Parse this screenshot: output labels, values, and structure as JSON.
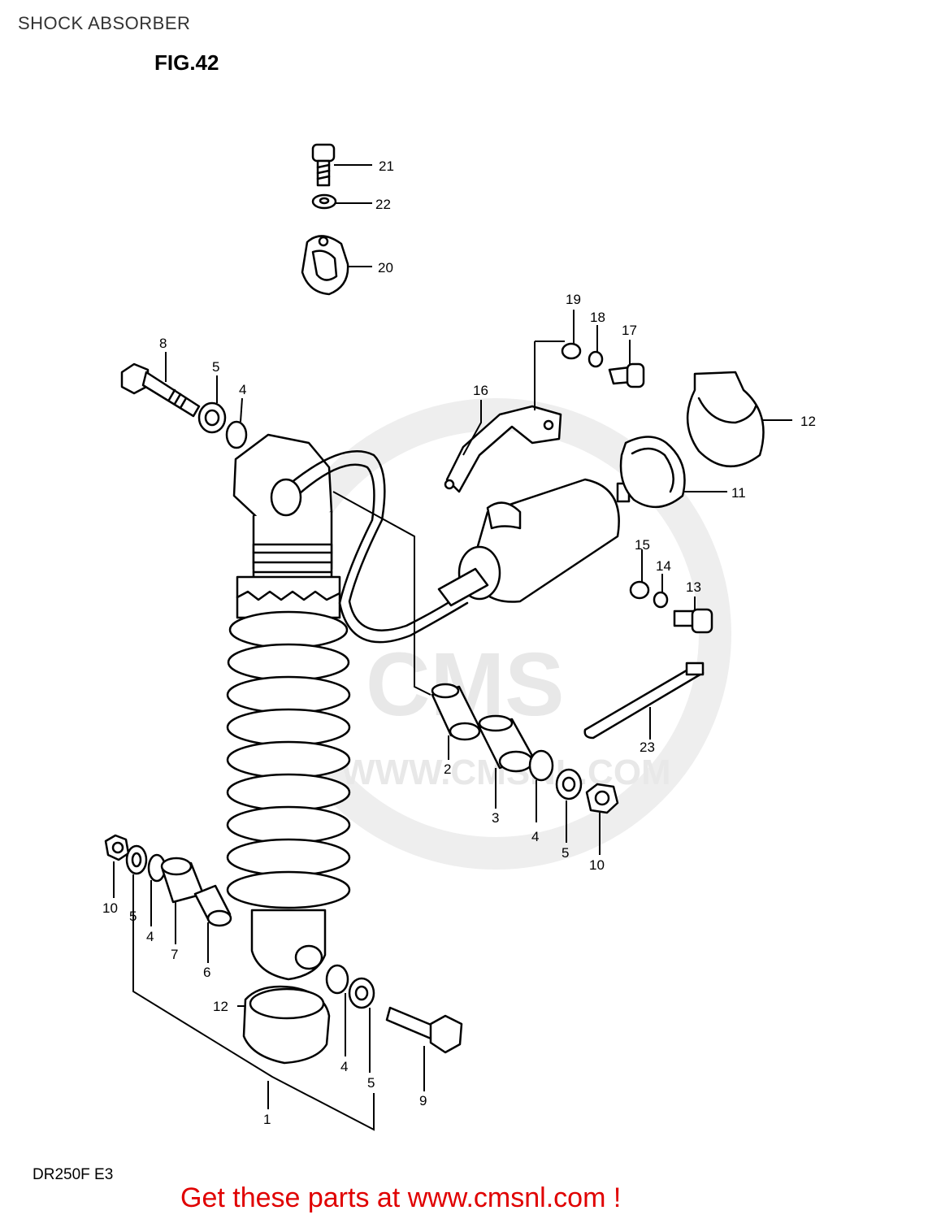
{
  "header": {
    "title": "SHOCK ABSORBER",
    "figure": "FIG.42"
  },
  "watermark": {
    "logo_text": "CMS",
    "url_text": "WWW.CMSNL.COM"
  },
  "callouts": {
    "p1": "1",
    "p2": "2",
    "p3": "3",
    "p4a": "4",
    "p4b": "4",
    "p4c": "4",
    "p4d": "4",
    "p5a": "5",
    "p5b": "5",
    "p5c": "5",
    "p5d": "5",
    "p6": "6",
    "p7": "7",
    "p8": "8",
    "p9": "9",
    "p10a": "10",
    "p10b": "10",
    "p11": "11",
    "p12a": "12",
    "p12b": "12",
    "p13": "13",
    "p14": "14",
    "p15": "15",
    "p16": "16",
    "p17": "17",
    "p18": "18",
    "p19": "19",
    "p20": "20",
    "p21": "21",
    "p22": "22",
    "p23": "23"
  },
  "footer": {
    "model": "DR250F  E3",
    "cta": "Get these parts at www.cmsnl.com !"
  },
  "colors": {
    "line": "#000000",
    "cta": "#e00000",
    "watermark": "#e8e8e8"
  }
}
